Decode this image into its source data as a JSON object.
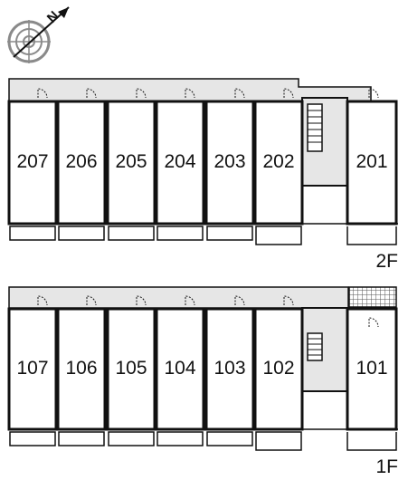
{
  "compass": {
    "symbol": "N",
    "colors": {
      "ring": "#8a8a8a",
      "arrow": "#111111"
    }
  },
  "floors": [
    {
      "label": "2F",
      "units": [
        "207",
        "206",
        "205",
        "204",
        "203",
        "202",
        "201"
      ]
    },
    {
      "label": "1F",
      "units": [
        "107",
        "106",
        "105",
        "104",
        "103",
        "102",
        "101"
      ]
    }
  ],
  "colors": {
    "corridor": "#e6e6e6",
    "wall": "#111111",
    "room": "#ffffff",
    "hatch": "#555555"
  }
}
